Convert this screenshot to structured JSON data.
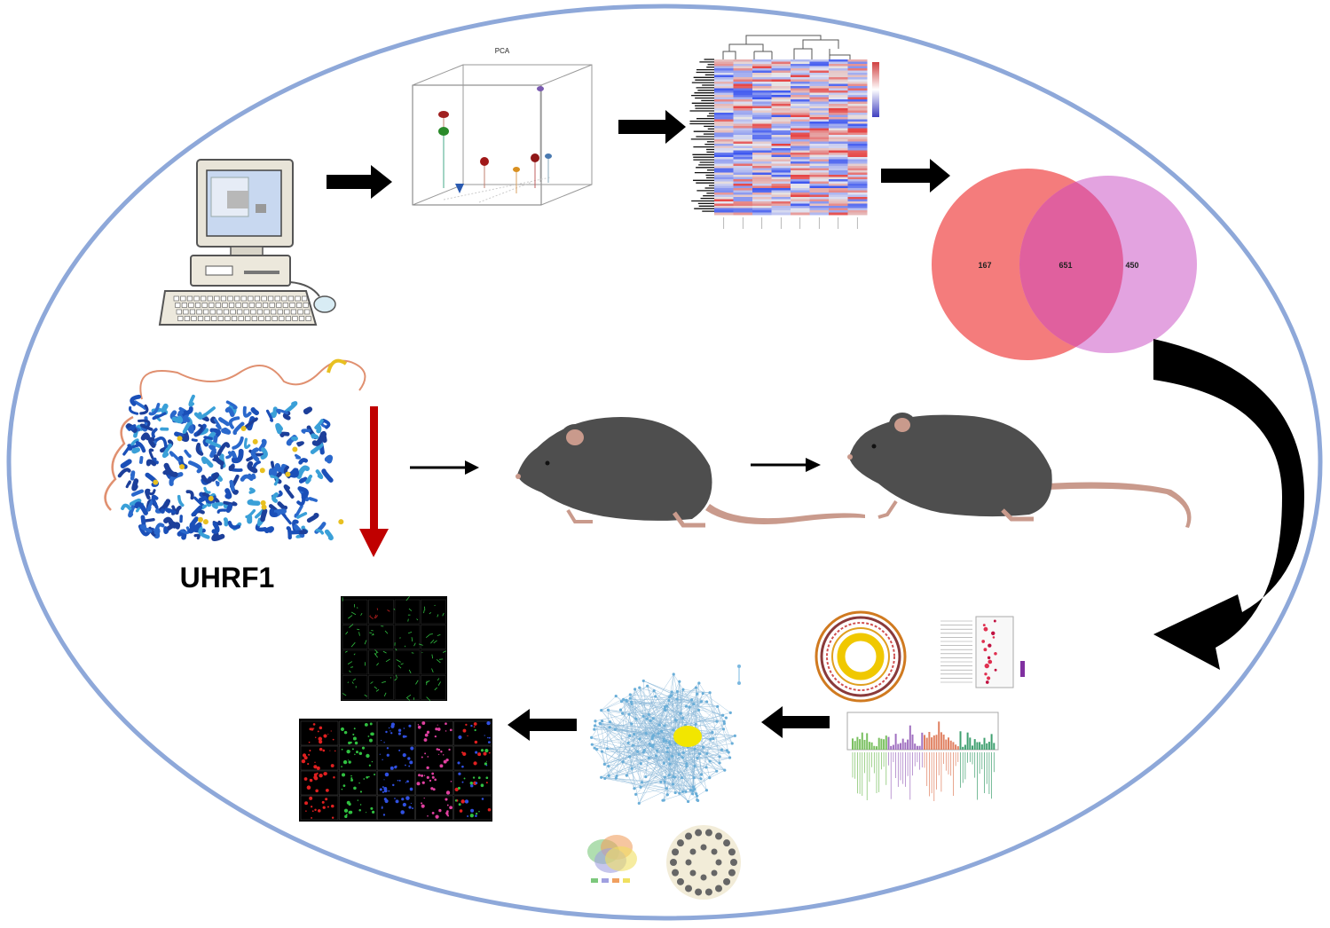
{
  "protein_label": "UHRF1",
  "pca_title": "PCA",
  "venn": {
    "left_only": "167",
    "overlap": "651",
    "right_only": "450"
  },
  "colors": {
    "outer_ellipse": "#8ea8d9",
    "venn_left": "#f47c7c",
    "venn_right": "#e3a3e0",
    "venn_overlap": "#e0609e",
    "red_arrow": "#c00000",
    "mouse_body": "#4e4e4e",
    "mouse_tail": "#c99a8c",
    "network_node": "#7ab8e0",
    "network_hub": "#f2e600"
  },
  "icons": [
    "computer-icon",
    "pca-3d-plot-icon",
    "heatmap-icon",
    "protein-structure-icon",
    "mouse-icon",
    "circos-plot-icon",
    "bubble-plot-icon",
    "go-bar-chart-icon",
    "ppi-network-icon",
    "venn-mini-icon",
    "circle-network-icon",
    "fluorescence-panel-icon"
  ]
}
